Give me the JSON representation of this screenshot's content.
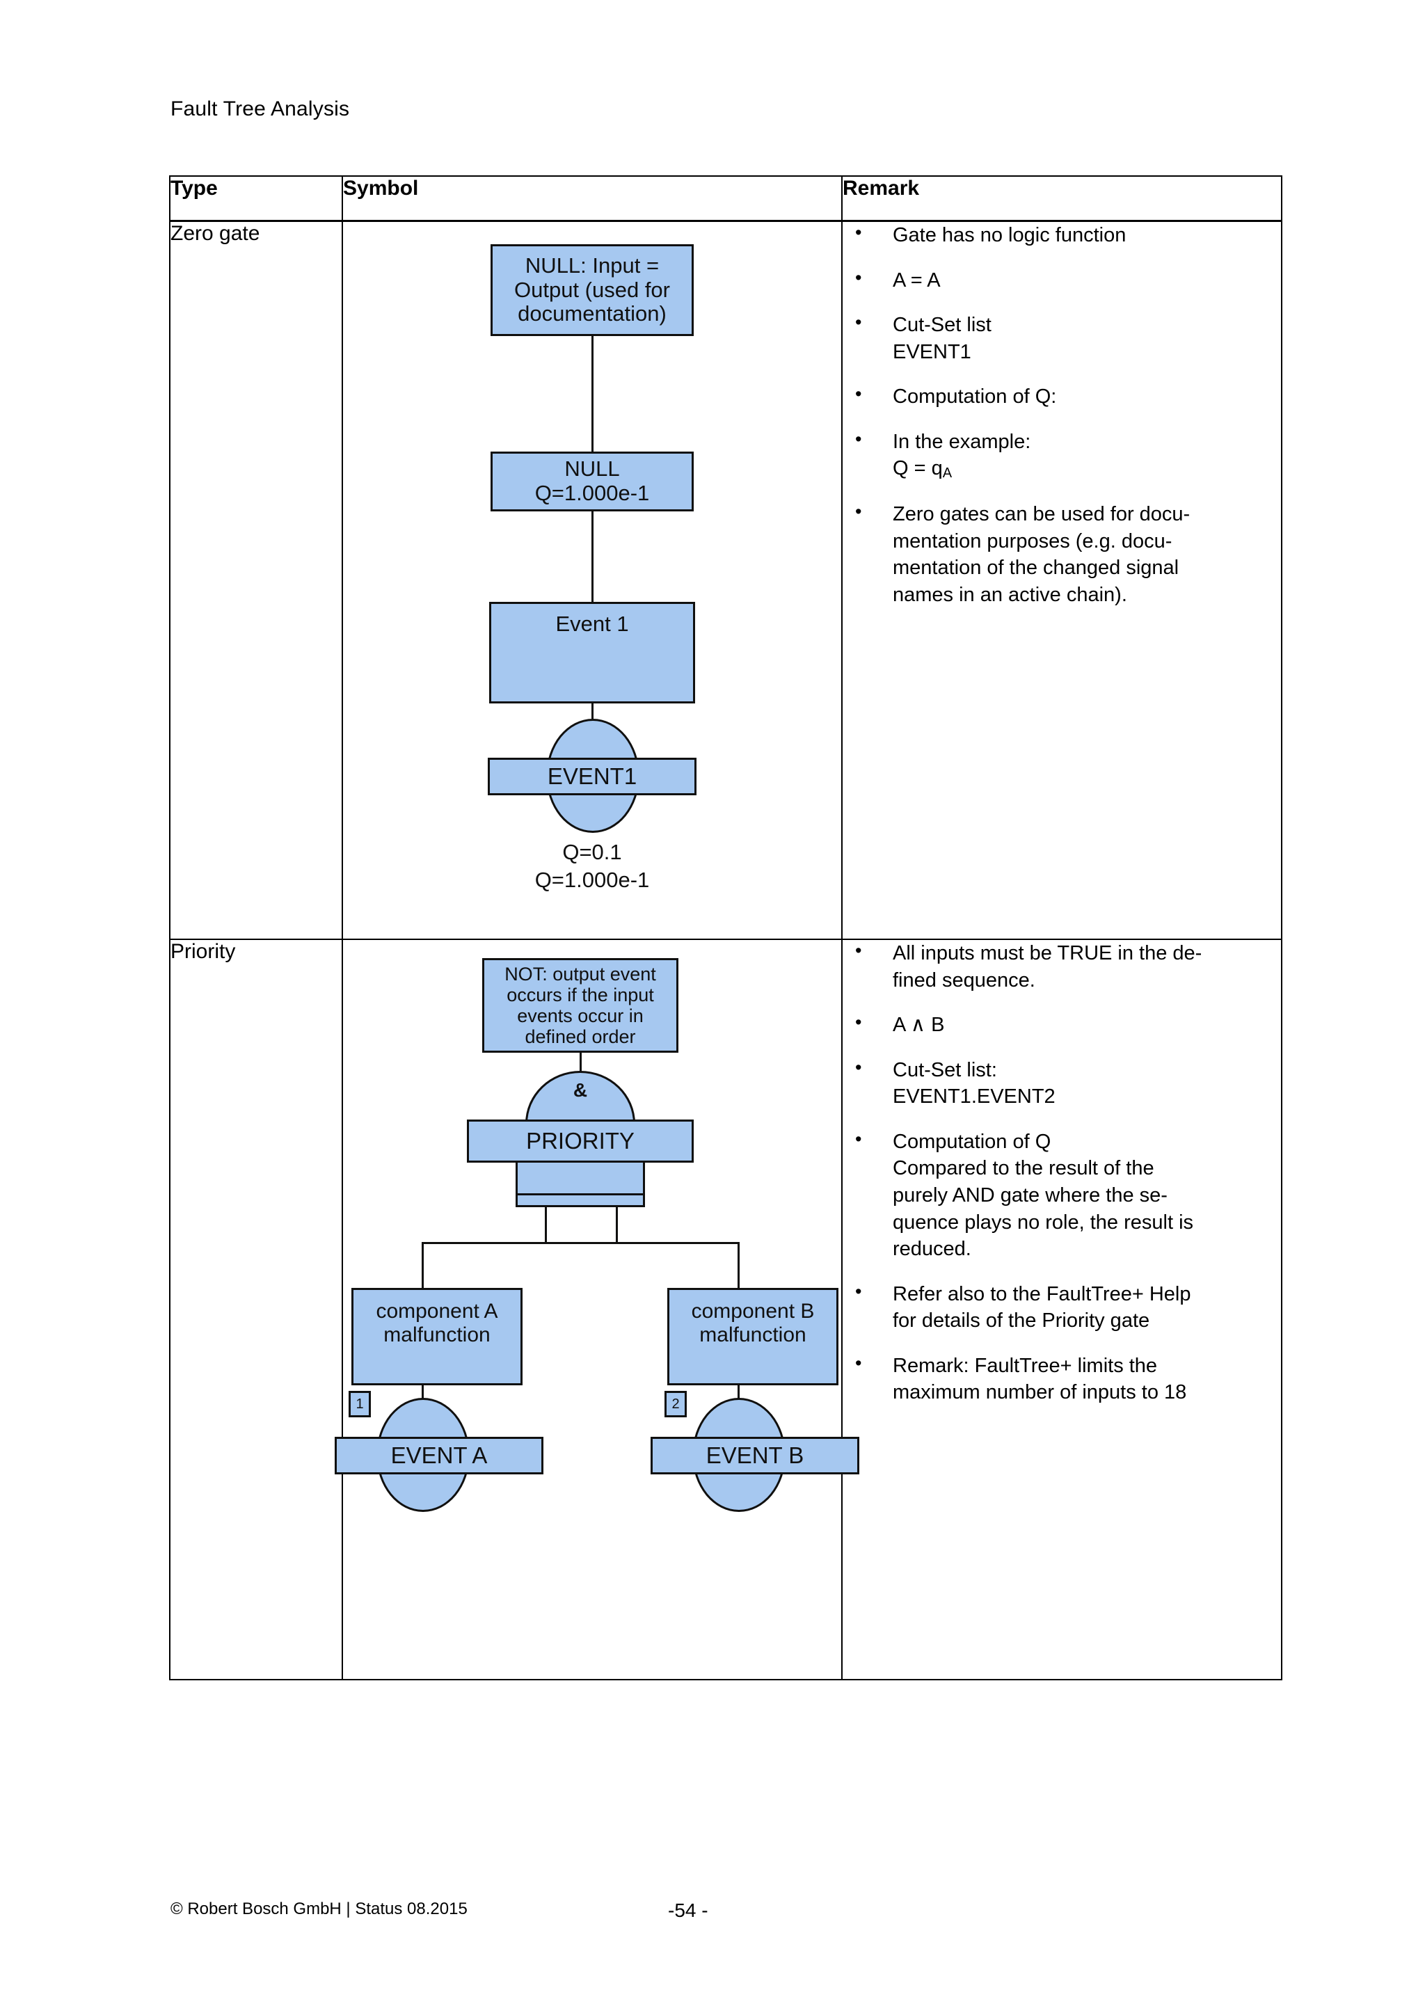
{
  "header": {
    "title": "Fault Tree Analysis"
  },
  "table": {
    "columns": [
      "Type",
      "Symbol",
      "Remark"
    ],
    "rows": [
      {
        "type": "Zero gate",
        "diagram": {
          "description_box": "NULL: Input =\nOutput (used for\ndocumentation)",
          "description_box_lines": [
            "NULL: Input =",
            "Output (used for",
            "documentation)"
          ],
          "gate_box_lines": [
            "NULL",
            "Q=1.000e-1"
          ],
          "event_box": "Event 1",
          "basic_event_label": "EVENT1",
          "basic_event_values": [
            "Q=0.1",
            "Q=1.000e-1"
          ]
        },
        "remarks": [
          {
            "lines": [
              "Gate has no logic function"
            ]
          },
          {
            "lines": [
              "A = A"
            ]
          },
          {
            "lines": [
              "Cut-Set list",
              "EVENT1"
            ]
          },
          {
            "lines": [
              "Computation of Q:"
            ]
          },
          {
            "lines": [
              "In the example:",
              "Q = q",
              "A"
            ],
            "subscript": true
          },
          {
            "lines": [
              "Zero gates can be used for docu-",
              "mentation purposes (e.g. docu-",
              "mentation of the changed signal",
              "names in an active chain)."
            ]
          }
        ]
      },
      {
        "type": "Priority",
        "diagram": {
          "description_box_lines": [
            "NOT: output event",
            "occurs if the input",
            "events occur in",
            "defined order"
          ],
          "gate_symbol": "&",
          "gate_label": "PRIORITY",
          "inputs": [
            {
              "box_lines": [
                "component A",
                "malfunction"
              ],
              "number": "1",
              "event_label": "EVENT A"
            },
            {
              "box_lines": [
                "component B",
                "malfunction"
              ],
              "number": "2",
              "event_label": "EVENT B"
            }
          ]
        },
        "remarks": [
          {
            "lines": [
              "All inputs must be TRUE in the de-",
              "fined sequence."
            ]
          },
          {
            "lines": [
              "A ∧ B"
            ]
          },
          {
            "lines": [
              "Cut-Set list:",
              "EVENT1.EVENT2"
            ]
          },
          {
            "lines": [
              "Computation of Q",
              "Compared to the result of the",
              "purely AND gate where the se-",
              "quence plays no role, the result is",
              "reduced."
            ]
          },
          {
            "lines": [
              "Refer also to the FaultTree+ Help",
              "for details of the Priority gate"
            ]
          },
          {
            "lines": [
              "Remark: FaultTree+ limits the",
              "maximum number of inputs to 18"
            ]
          }
        ]
      }
    ]
  },
  "footer": {
    "copyright": "© Robert Bosch GmbH | Status 08.2015",
    "page_number": "-54 -"
  },
  "colors": {
    "shape_fill": "#a6c8f0",
    "shape_stroke": "#10100f",
    "table_border": "#000000"
  }
}
